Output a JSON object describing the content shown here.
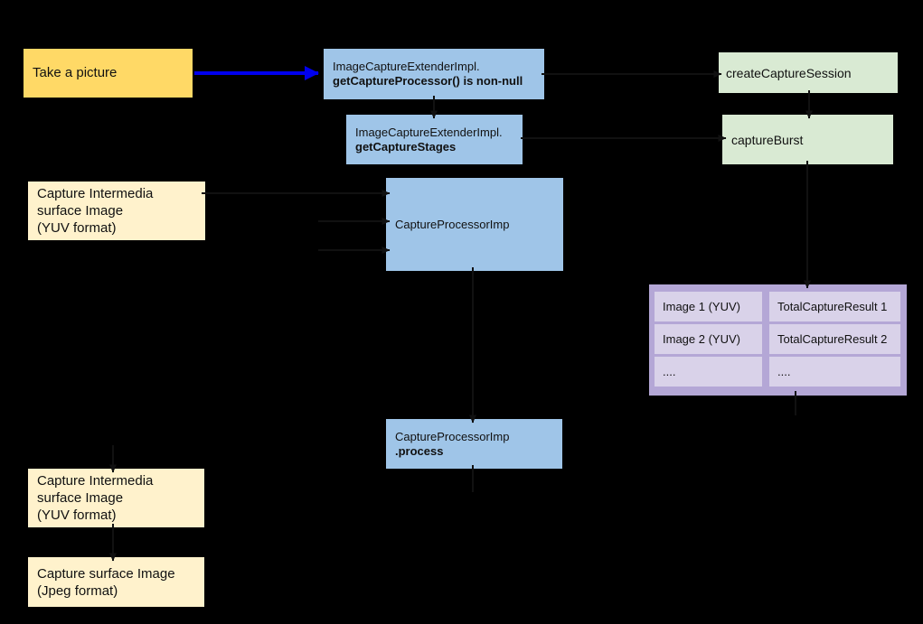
{
  "diagram": {
    "title_hint": "ImageCapture extension capture flow",
    "nodes": {
      "take_picture": {
        "label": "Take a picture"
      },
      "get_capture_processor": {
        "line1": "ImageCaptureExtenderImpl.",
        "line2": "getCaptureProcessor() is non-null"
      },
      "get_capture_stages": {
        "line1": "ImageCaptureExtenderImpl.",
        "line2": "getCaptureStages"
      },
      "capture_processor": {
        "label": "CaptureProcessorImp"
      },
      "capture_intermedia_top": {
        "text": "Capture Intermedia\nsurface Image\n(YUV format)"
      },
      "create_capture_session": {
        "label": "createCaptureSession"
      },
      "capture_burst": {
        "label": "captureBurst"
      },
      "process": {
        "line1": "CaptureProcessorImp",
        "line2": ".process"
      },
      "capture_intermedia_bottom": {
        "text": "Capture Intermedia\nsurface Image\n(YUV format)"
      },
      "capture_surface_jpeg": {
        "text": "Capture surface Image\n(Jpeg format)"
      }
    },
    "table": {
      "cells": [
        "Image 1 (YUV)",
        "TotalCaptureResult 1",
        "Image 2 (YUV)",
        "TotalCaptureResult 2",
        "....",
        "...."
      ]
    },
    "colors": {
      "background": "#000000",
      "yellow_box": "#ffd966",
      "cream_box": "#fff2cc",
      "blue_box": "#9fc5e8",
      "green_box": "#d9ead3",
      "purple_table": "#b4a7d6",
      "purple_cell": "#d9d2e9",
      "arrow_blue": "#0000ee",
      "connector_black": "#111111"
    }
  }
}
